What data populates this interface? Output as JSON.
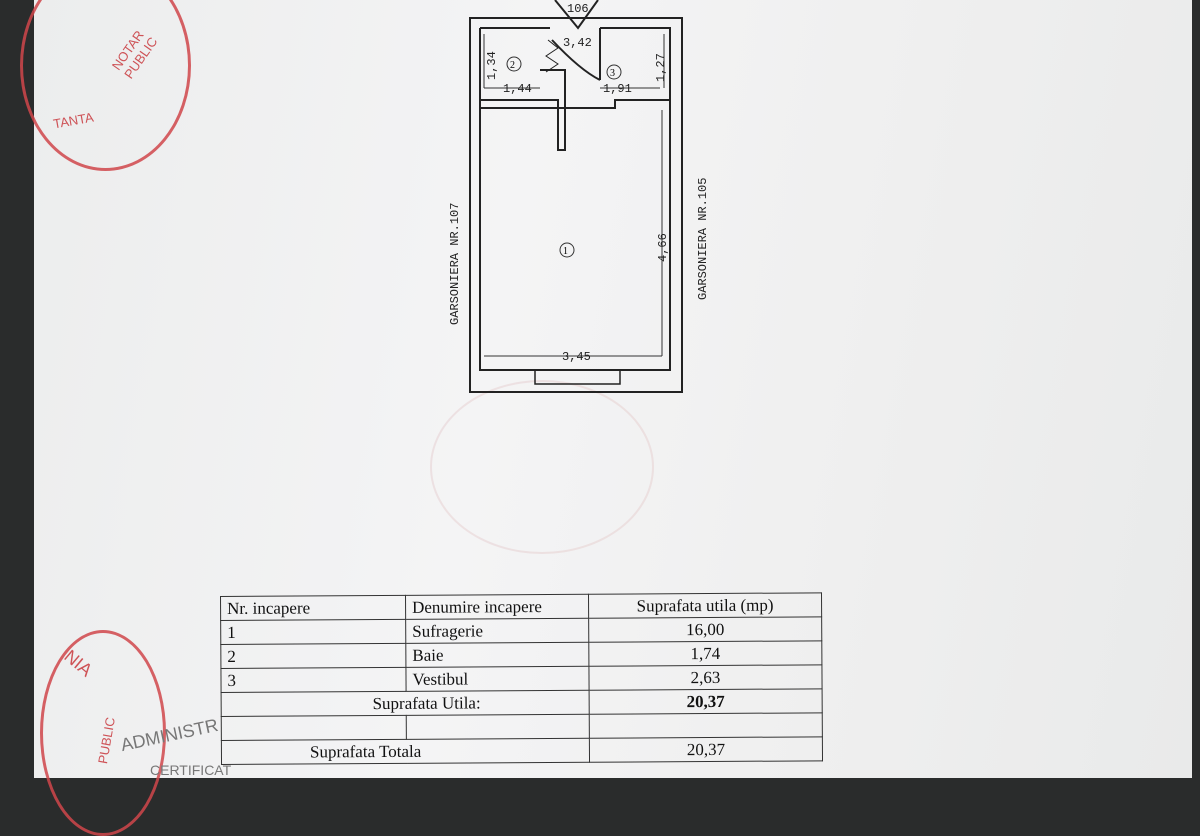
{
  "plan": {
    "neighbor_top": "106",
    "neighbor_left": "GARSONIERA NR.107",
    "neighbor_right": "GARSONIERA NR.105",
    "dims": {
      "d1": "1,34",
      "d2": "1,44",
      "d3": "3,42",
      "d4": "1,91",
      "d5": "1,27",
      "d6": "4,66",
      "d7": "3,45"
    },
    "rooms": [
      "1",
      "2",
      "3"
    ]
  },
  "table": {
    "headers": [
      "Nr. incapere",
      "Denumire incapere",
      "Suprafata utila (mp)"
    ],
    "rows": [
      [
        "1",
        "Sufragerie",
        "16,00"
      ],
      [
        "2",
        "Baie",
        "1,74"
      ],
      [
        "3",
        "Vestibul",
        "2,63"
      ]
    ],
    "utila_label": "Suprafata Utila:",
    "utila_value": "20,37",
    "totala_label": "Suprafata Totala",
    "totala_value": "20,37"
  },
  "stamps": {
    "top": "NOTAR PUBLIC",
    "top2": "NOTAR PUBLIC",
    "top3": "TANTA",
    "bottom": "NIA",
    "bottom2": "PUBLIC",
    "admin": "ADMINISTR",
    "cert": "CERTIFICAT"
  }
}
